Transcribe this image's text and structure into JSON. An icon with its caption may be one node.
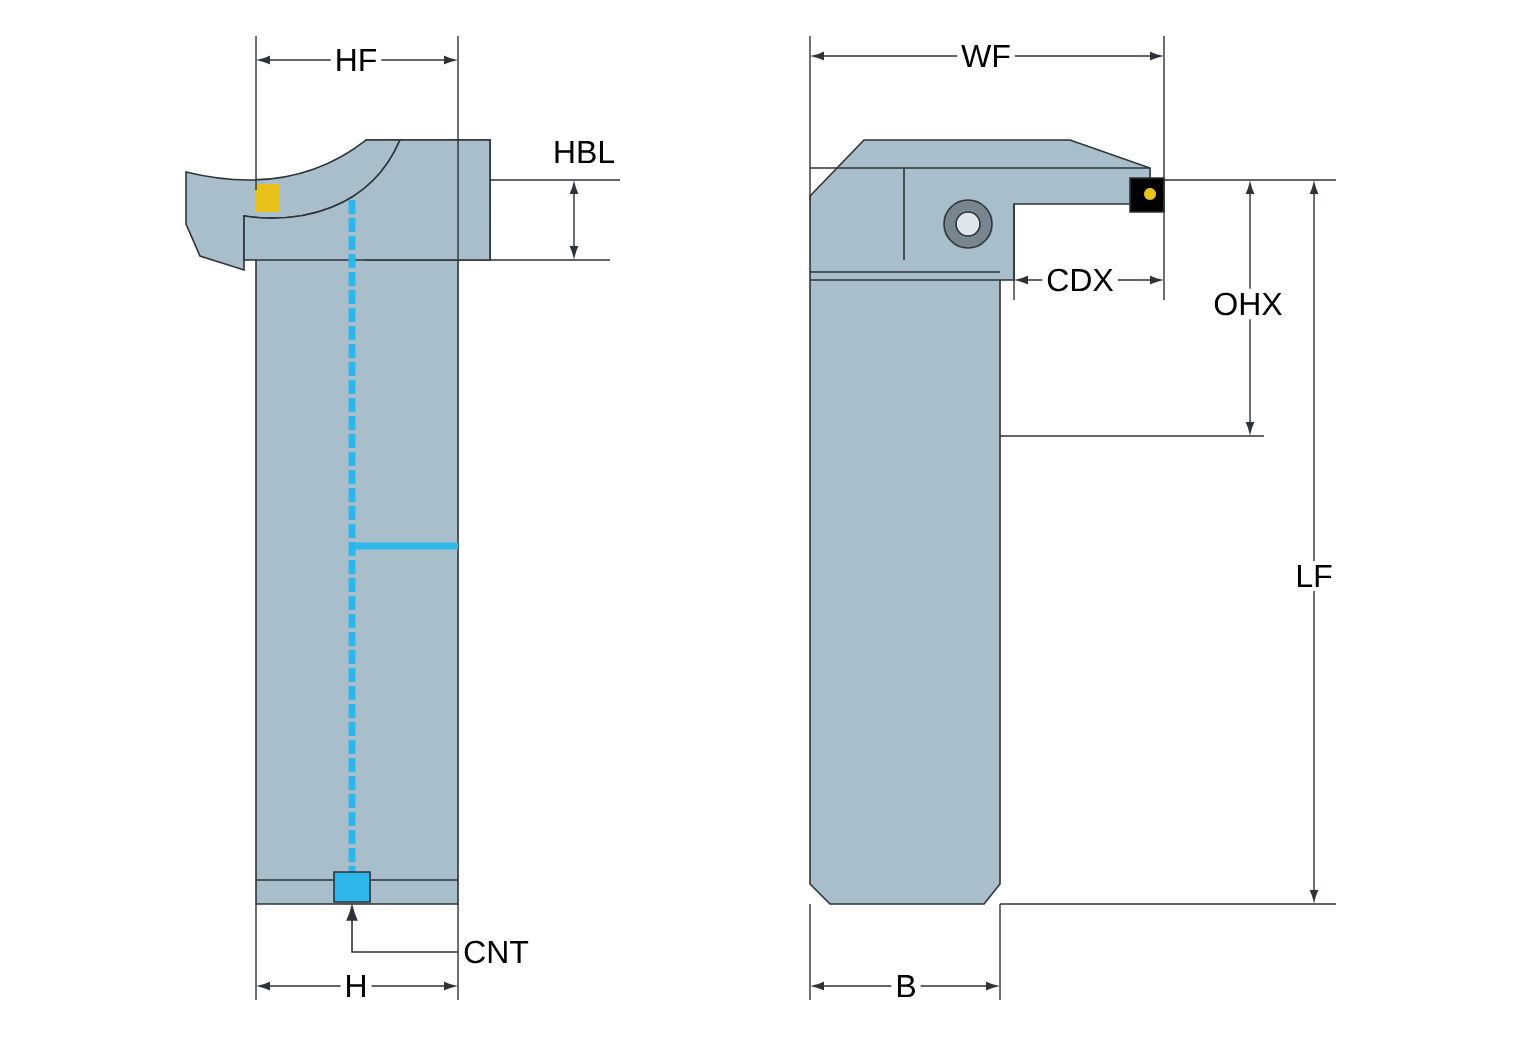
{
  "diagram": {
    "nodes": [
      {
        "text": [
          "CNT"
        ]
      },
      {
        "text": [],
        "shape": "box"
      }
    ],
    "edges": [
      {
        "from": 0,
        "to": 1,
        "arrow": "to"
      }
    ],
    "labels": [
      "HF",
      "WF",
      "HBL",
      "CDX",
      "OHX",
      "LF",
      "H",
      "B"
    ]
  }
}
